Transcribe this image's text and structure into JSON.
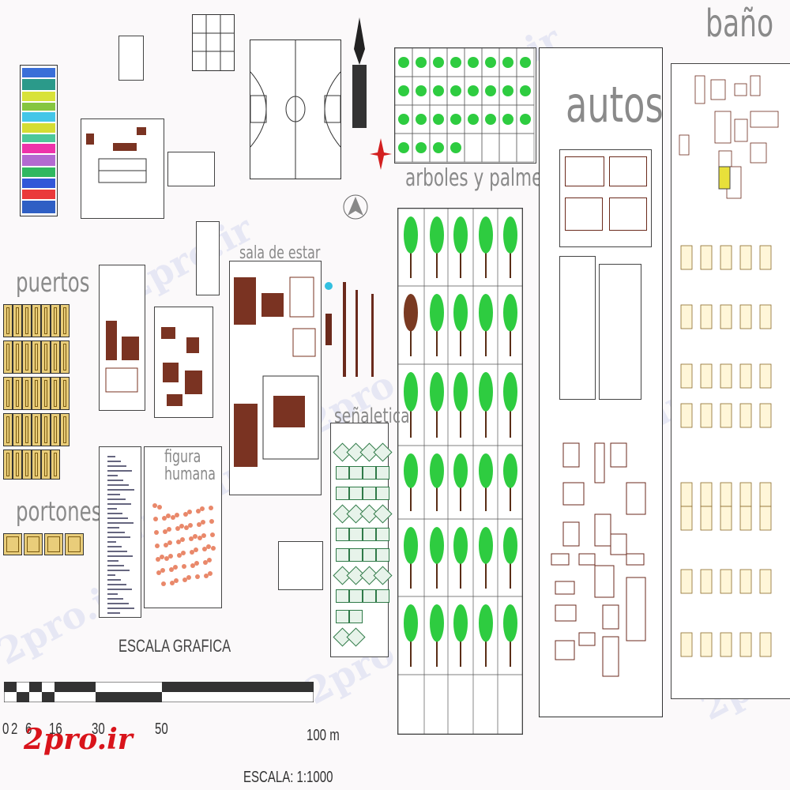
{
  "titles": {
    "bano": "baño",
    "autos": "autos",
    "arboles": "arboles y palmeras",
    "puertos": "puertos",
    "portones": "portones",
    "sala": "sala de estar",
    "senaletica": "señaletica",
    "figura": "figura humana",
    "escala_grafica": "ESCALA GRAFICA",
    "escala": "ESCALA: 1:1000"
  },
  "scale_bar": {
    "ticks": [
      "0",
      "2",
      "6",
      "16",
      "30",
      "50"
    ],
    "end_label": "100 m"
  },
  "watermark": {
    "logo": "2pro.ir",
    "faint": "2pro.ir"
  },
  "colors": {
    "tree_green": "#2ecc40",
    "tree_brown": "#7a3a22",
    "door_yellow": "#e8c96a",
    "logo_red": "#d9141b",
    "title_gray": "#8a8a8a"
  }
}
